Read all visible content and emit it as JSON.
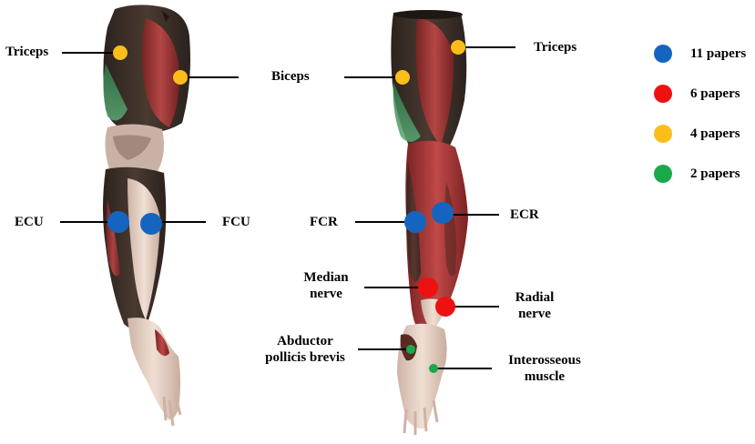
{
  "labels": {
    "triceps_left": "Triceps",
    "biceps": "Biceps",
    "ecu": "ECU",
    "fcu": "FCU",
    "triceps_right": "Triceps",
    "fcr": "FCR",
    "ecr": "ECR",
    "median_nerve_1": "Median",
    "median_nerve_2": "nerve",
    "radial_nerve_1": "Radial",
    "radial_nerve_2": "nerve",
    "abductor_1": "Abductor",
    "abductor_2": "pollicis brevis",
    "interosseous_1": "Interosseous",
    "interosseous_2": "muscle"
  },
  "legend": [
    {
      "label": "11 papers",
      "color": "#1565c0"
    },
    {
      "label": "6 papers",
      "color": "#ee1111"
    },
    {
      "label": "4 papers",
      "color": "#fbbd1a"
    },
    {
      "label": "2 papers",
      "color": "#1aa84a"
    }
  ],
  "colors": {
    "blue": "#1565c0",
    "red": "#ee1111",
    "yellow": "#fbbd1a",
    "green": "#1aa84a",
    "muscle_red": "#a83a3a",
    "muscle_dark": "#3a2a22",
    "tendon": "#e8d2c4",
    "nerve_green": "#3c9a5a"
  }
}
